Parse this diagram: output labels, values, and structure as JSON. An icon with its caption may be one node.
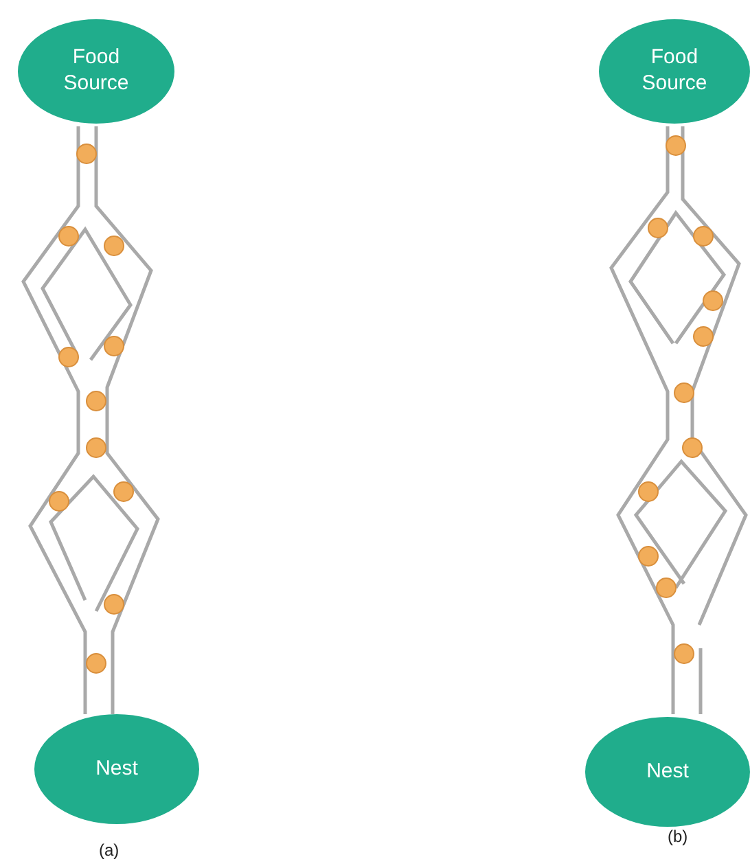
{
  "diagram": {
    "nodes": [
      {
        "text": [
          "Food Source"
        ]
      },
      {
        "text": [
          "Nest"
        ]
      },
      {
        "text": [
          "Food Source"
        ]
      },
      {
        "text": [
          "Nest"
        ]
      }
    ],
    "labels": [
      "(a)",
      "(b)"
    ]
  }
}
